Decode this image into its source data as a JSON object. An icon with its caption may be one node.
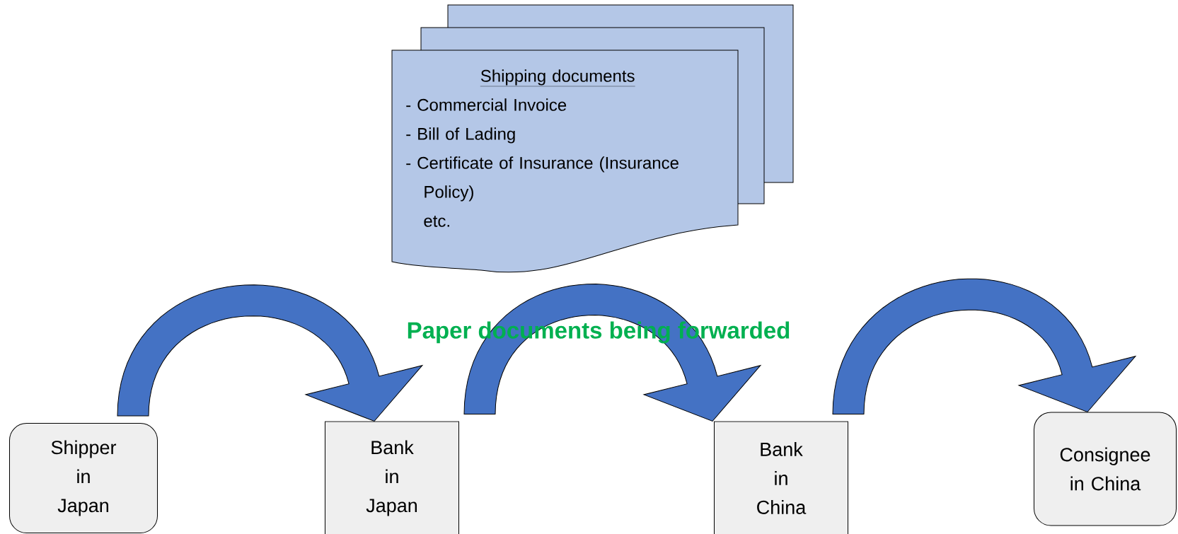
{
  "diagram": {
    "nodes": [
      {
        "text": [
          "Shipping documents",
          "- Commercial Invoice",
          "- Bill of Lading",
          "- Certificate of Insurance (Insurance Policy)",
          "etc."
        ]
      },
      {
        "text": [
          "Shipper in Japan"
        ]
      },
      {
        "text": [
          "Bank in Japan"
        ]
      },
      {
        "text": [
          "Bank in China"
        ]
      },
      {
        "text": [
          "Consignee in China"
        ]
      }
    ],
    "edges": [
      {
        "from": 1,
        "to": 2,
        "arrow": "to"
      },
      {
        "from": 2,
        "to": 3,
        "arrow": "to"
      },
      {
        "from": 3,
        "to": 4,
        "arrow": "to"
      }
    ],
    "labels": [
      "Paper documents being forwarded"
    ]
  }
}
